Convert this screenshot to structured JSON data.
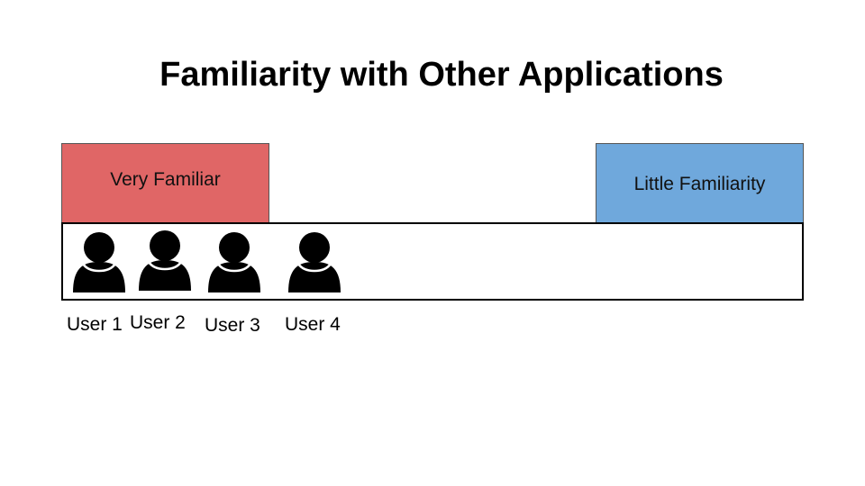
{
  "title": "Familiarity with Other Applications",
  "scale": {
    "left_label": "Very Familiar",
    "right_label": "Little Familiarity",
    "left_color": "#e06666",
    "right_color": "#6fa8dc",
    "bar_border_color": "#000000"
  },
  "users": [
    {
      "label": "User 1",
      "icon": "person-icon"
    },
    {
      "label": "User 2",
      "icon": "person-icon"
    },
    {
      "label": "User 3",
      "icon": "person-icon"
    },
    {
      "label": "User 4",
      "icon": "person-icon"
    }
  ]
}
